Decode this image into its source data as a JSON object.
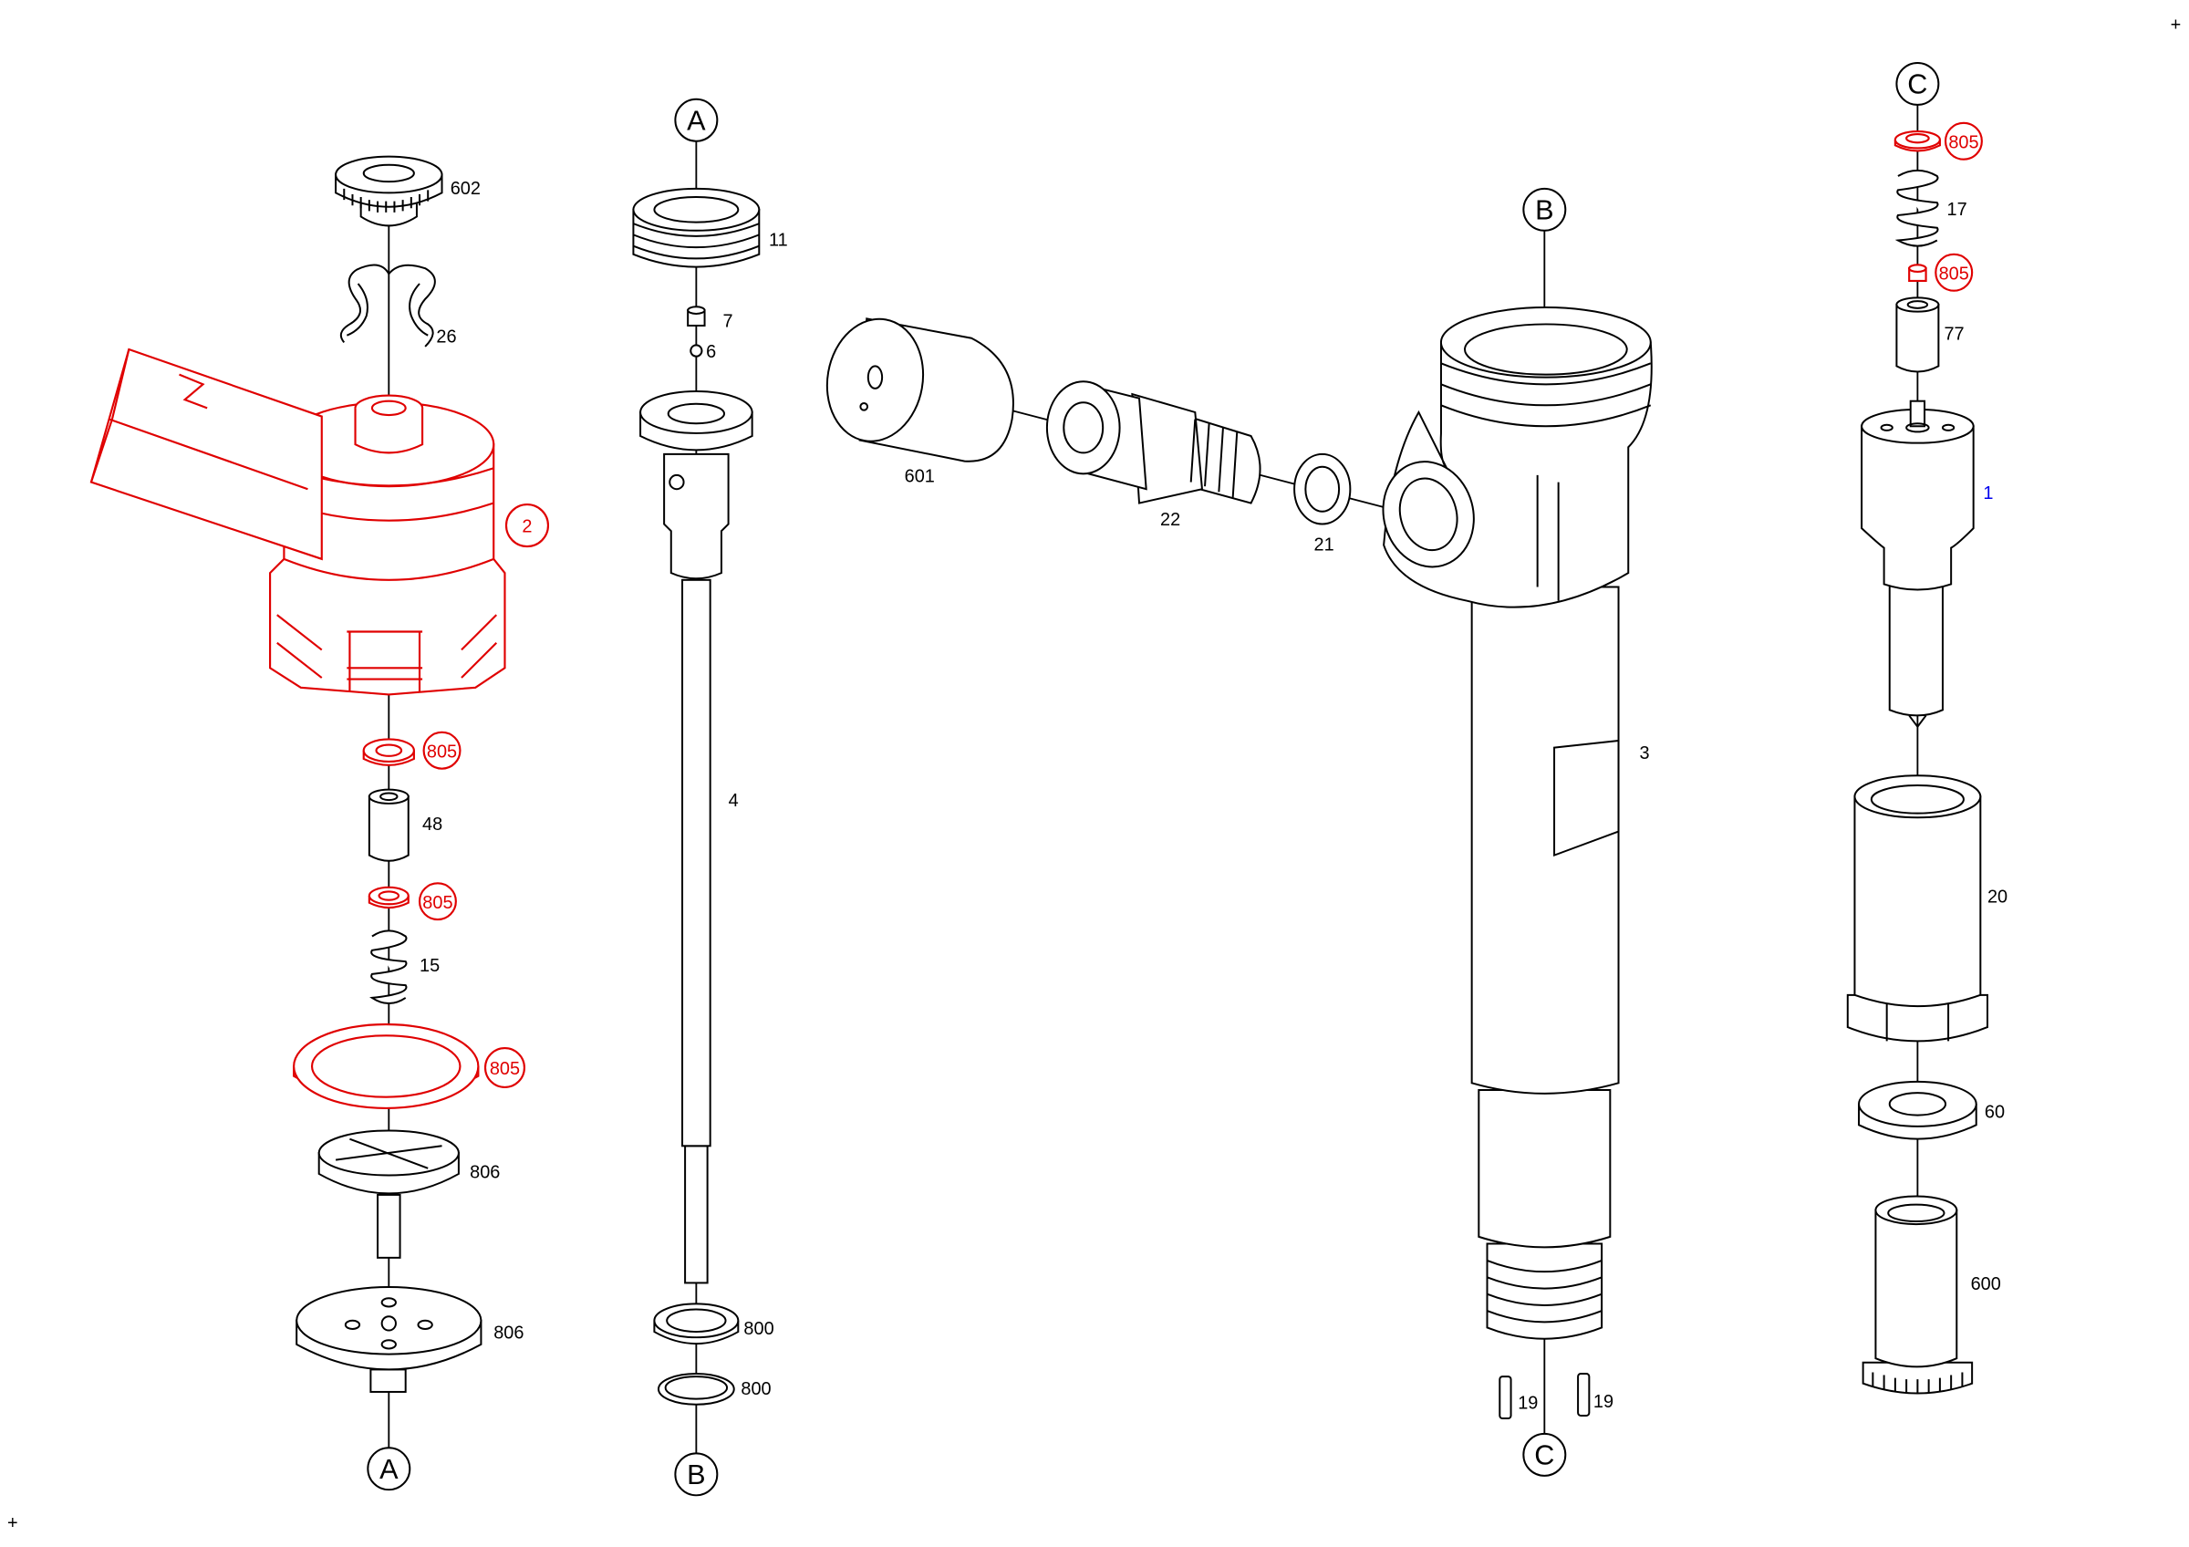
{
  "diagram": {
    "colors": {
      "line": "#000000",
      "highlight": "#e00000",
      "link": "#0000ee"
    },
    "corner_marks": [
      "+",
      "+"
    ],
    "references": {
      "A_top": "A",
      "A_bottom": "A",
      "B_top": "B",
      "B_bottom": "B",
      "C_top": "C",
      "C_bottom": "C"
    },
    "column1": {
      "p602": "602",
      "p26": "26",
      "p2": "2",
      "p805a": "805",
      "p48": "48",
      "p805b": "805",
      "p15": "15",
      "p805c": "805",
      "p806a": "806",
      "p806b": "806"
    },
    "column2": {
      "p11": "11",
      "p7": "7",
      "p6": "6",
      "p4": "4",
      "p800a": "800",
      "p800b": "800"
    },
    "column3": {
      "p601": "601",
      "p22": "22",
      "p21": "21",
      "p3": "3",
      "p19a": "19",
      "p19b": "19"
    },
    "column4": {
      "p805a": "805",
      "p17": "17",
      "p805b": "805",
      "p77": "77",
      "p1": "1",
      "p20": "20",
      "p60": "60",
      "p600": "600"
    }
  }
}
